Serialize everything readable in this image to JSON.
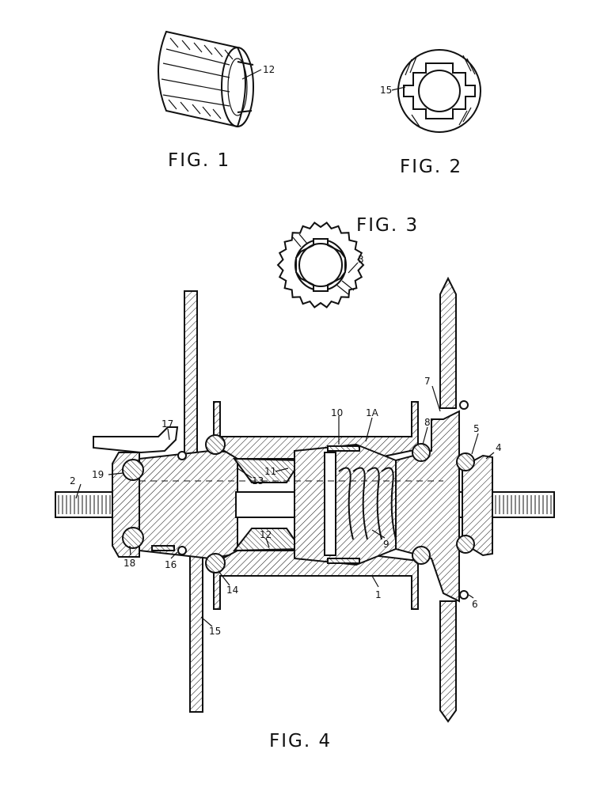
{
  "figures": {
    "fig1": {
      "title": "FIG. 1"
    },
    "fig2": {
      "title": "FIG. 2"
    },
    "fig3": {
      "title": "FIG. 3"
    },
    "fig4": {
      "title": "FIG. 4"
    }
  },
  "references": {
    "r12a": "12",
    "r15a": "15",
    "r3": "3",
    "r1": "1",
    "r1A": "1A",
    "r2": "2",
    "r4": "4",
    "r5": "5",
    "r6": "6",
    "r7": "7",
    "r8": "8",
    "r9": "9",
    "r10": "10",
    "r11": "11",
    "r12b": "12",
    "r13": "13",
    "r14": "14",
    "r15b": "15",
    "r16": "16",
    "r17": "17",
    "r18": "18",
    "r19": "19"
  }
}
